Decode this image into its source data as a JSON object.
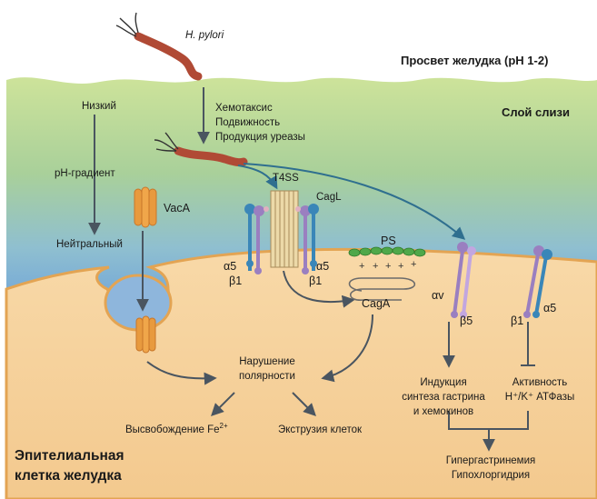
{
  "regions": {
    "lumen": "Просвет желудка (pH 1-2)",
    "mucus": "Слой слизи",
    "cell_line1": "Эпителиальная",
    "cell_line2": "клетка желудка"
  },
  "bacterium": "H. pylori",
  "motility": [
    "Хемотаксис",
    "Подвижность",
    "Продукция уреазы"
  ],
  "gradient": {
    "top": "Низкий",
    "middle": "pH-градиент",
    "bottom": "Нейтральный"
  },
  "proteins": {
    "vaca": "VacA",
    "t4ss": "T4SS",
    "cagl": "CagL",
    "alpha5": "α5",
    "beta1": "β1",
    "ps": "PS",
    "caga": "CagA",
    "alphav": "αv",
    "beta5": "β5"
  },
  "effects": {
    "disruption_1": "Нарушение",
    "disruption_2": "полярности",
    "fe_release": "Высвобождение Fe",
    "fe_charge": "2+",
    "extrusion": "Экструзия клеток",
    "gastrin_1": "Индукция",
    "gastrin_2": "синтеза гастрина",
    "gastrin_3": "и хемокинов",
    "atpase_1": "Активность",
    "atpase_2": "H⁺/K⁺ АТФазы",
    "outcome_1": "Гипергастринемия",
    "outcome_2": "Гипохлоргидрия"
  },
  "colors": {
    "lumen": "#ffffff",
    "mucus_top": "#c4dd8f",
    "mucus_mid": "#b6d8b8",
    "mucus_bottom": "#7fb1d6",
    "cell": "#f6d4a0",
    "membrane": "#e7a94f",
    "bacterium": "#b04a35",
    "vacuole": "#8eb6dc",
    "vaca": "#e89a3e",
    "t4ss": "#ecd9a8",
    "integrin_blue": "#3a86b8",
    "integrin_purple": "#9a7fc0",
    "ps": "#4fa84a",
    "arrow": "#4a5560"
  }
}
